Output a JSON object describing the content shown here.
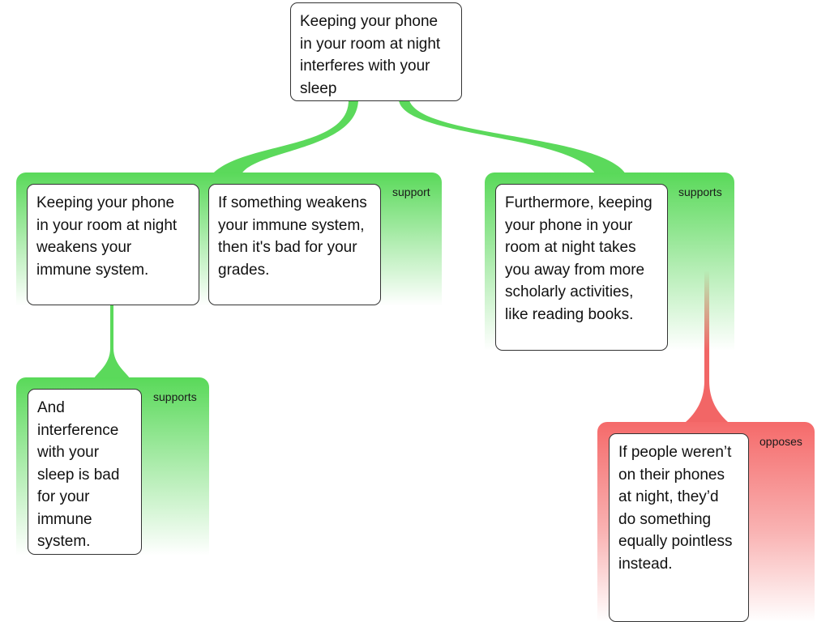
{
  "claim": {
    "text": "Keeping your phone in your room at night interferes with your sleep"
  },
  "groups": {
    "g1": {
      "label": "support",
      "premises": [
        {
          "text": "Keeping your phone in your room at night weakens your immune system."
        },
        {
          "text": "If something weakens your immune system, then it's bad for your grades."
        }
      ]
    },
    "g2": {
      "label": "supports",
      "premises": [
        {
          "text": "Furthermore, keeping your phone in your room at night takes you away from more scholarly activities, like reading books."
        }
      ]
    },
    "g3": {
      "label": "supports",
      "premises": [
        {
          "text": "And interference with your sleep is bad for your immune system."
        }
      ]
    },
    "g4": {
      "label": "opposes",
      "premises": [
        {
          "text": "If people weren’t on their phones at night, they’d do something equally pointless instead."
        }
      ]
    }
  },
  "colors": {
    "support": "#5bd95b",
    "oppose": "#f26666"
  }
}
